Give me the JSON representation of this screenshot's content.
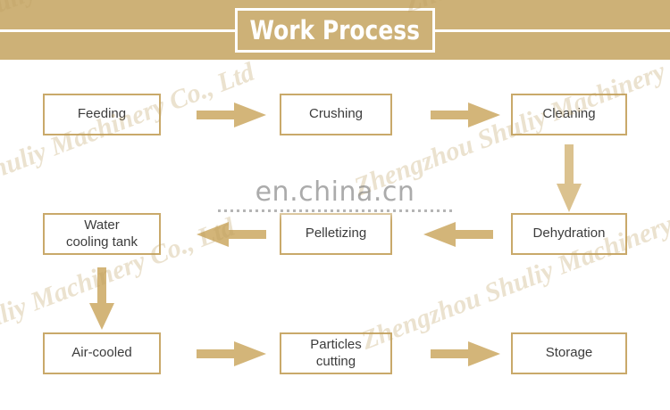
{
  "header": {
    "title": "Work Process",
    "band_color": "#cdb177",
    "rule_color": "#ffffff"
  },
  "theme": {
    "accent": "#c9a96a",
    "arrow_color": "#d3b579",
    "box_border": "#c9a96a",
    "box_fill": "#ffffff",
    "text_color": "#3c3c3c"
  },
  "flow": {
    "nodes": [
      {
        "id": "feeding",
        "label": "Feeding",
        "lines": [
          "Feeding"
        ]
      },
      {
        "id": "crushing",
        "label": "Crushing",
        "lines": [
          "Crushing"
        ]
      },
      {
        "id": "cleaning",
        "label": "Cleaning",
        "lines": [
          "Cleaning"
        ]
      },
      {
        "id": "dehydration",
        "label": "Dehydration",
        "lines": [
          "Dehydration"
        ]
      },
      {
        "id": "pelletizing",
        "label": "Pelletizing",
        "lines": [
          "Pelletizing"
        ]
      },
      {
        "id": "water-cooling-tank",
        "label": "Water cooling tank",
        "lines": [
          "Water",
          "cooling tank"
        ]
      },
      {
        "id": "air-cooled",
        "label": "Air-cooled",
        "lines": [
          "Air-cooled"
        ]
      },
      {
        "id": "particles-cutting",
        "label": "Particles cutting",
        "lines": [
          "Particles",
          "cutting"
        ]
      },
      {
        "id": "storage",
        "label": "Storage",
        "lines": [
          "Storage"
        ]
      }
    ],
    "connectors": [
      {
        "id": "feeding-to-crushing",
        "direction": "right"
      },
      {
        "id": "crushing-to-cleaning",
        "direction": "right"
      },
      {
        "id": "cleaning-to-dehydration",
        "direction": "down"
      },
      {
        "id": "dehydration-to-pelletizing",
        "direction": "left"
      },
      {
        "id": "pelletizing-to-water-cooling",
        "direction": "left"
      },
      {
        "id": "water-cooling-to-air-cooled",
        "direction": "down"
      },
      {
        "id": "air-cooled-to-particles-cutting",
        "direction": "right"
      },
      {
        "id": "particles-cutting-to-storage",
        "direction": "right"
      }
    ]
  },
  "watermarks": {
    "center": "en.china.cn",
    "tiles": [
      "Shuliy Machinery Co., Ltd",
      "Zhengzhou Shuliy Machinery",
      "Shuliy Machinery Co., Ltd",
      "Zhengzhou Shuliy Machinery Co., Ltd",
      "Shuliy Machinery Co., Ltd",
      "Zhengzhou Shuliy Machinery Co., Ltd"
    ]
  }
}
